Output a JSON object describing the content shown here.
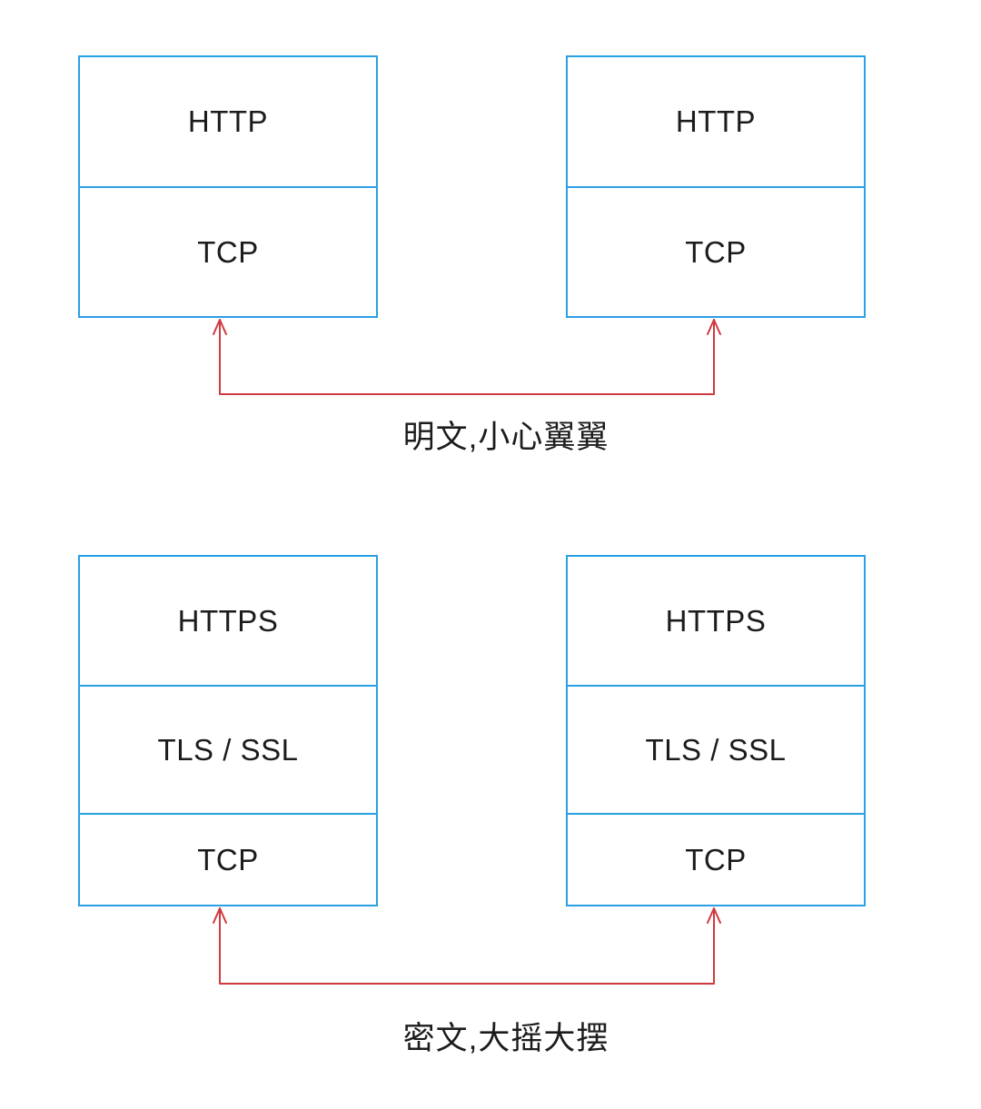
{
  "colors": {
    "box_border": "#2b9fe4",
    "arrow": "#cf3a3f",
    "text": "#1c1c1e",
    "background": "#ffffff"
  },
  "sections": {
    "http": {
      "client_stack": {
        "layers": [
          "HTTP",
          "TCP"
        ]
      },
      "server_stack": {
        "layers": [
          "HTTP",
          "TCP"
        ]
      },
      "caption": "明文,小心翼翼"
    },
    "https": {
      "client_stack": {
        "layers": [
          "HTTPS",
          "TLS / SSL",
          "TCP"
        ]
      },
      "server_stack": {
        "layers": [
          "HTTPS",
          "TLS / SSL",
          "TCP"
        ]
      },
      "caption": "密文,大摇大摆"
    }
  }
}
